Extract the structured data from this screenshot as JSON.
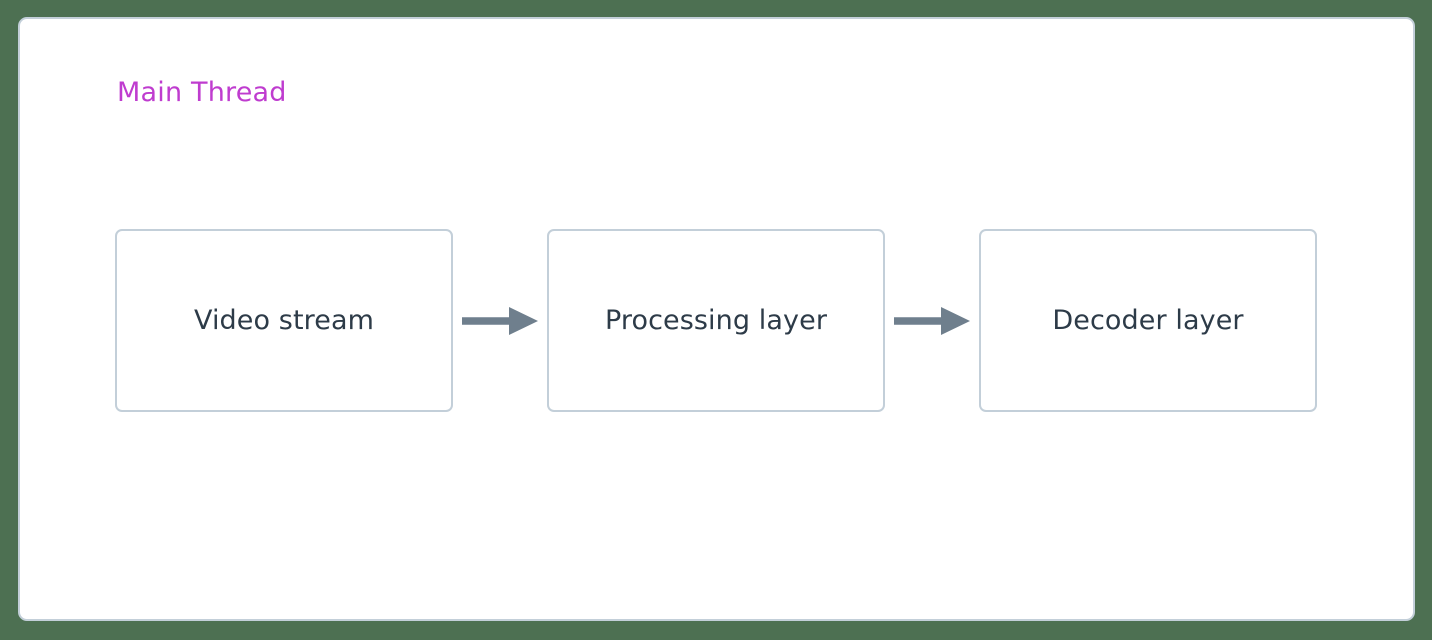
{
  "diagram": {
    "background_color": "#4d7052",
    "panel": {
      "title": "Main Thread",
      "title_color": "#bf3ccf",
      "border_color": "#c3cfd9",
      "fill_color": "#ffffff"
    },
    "node_style": {
      "border_color": "#c3cfd9",
      "fill_color": "#ffffff",
      "text_color": "#2d3b48"
    },
    "edge_style": {
      "color": "#6f7f8d",
      "arrow_head": "solid-triangle"
    },
    "nodes": [
      {
        "id": "video-stream",
        "label": "Video stream"
      },
      {
        "id": "processing-layer",
        "label": "Processing layer"
      },
      {
        "id": "decoder-layer",
        "label": "Decoder layer"
      }
    ],
    "edges": [
      {
        "from": "video-stream",
        "to": "processing-layer",
        "label": ""
      },
      {
        "from": "processing-layer",
        "to": "decoder-layer",
        "label": ""
      }
    ]
  }
}
